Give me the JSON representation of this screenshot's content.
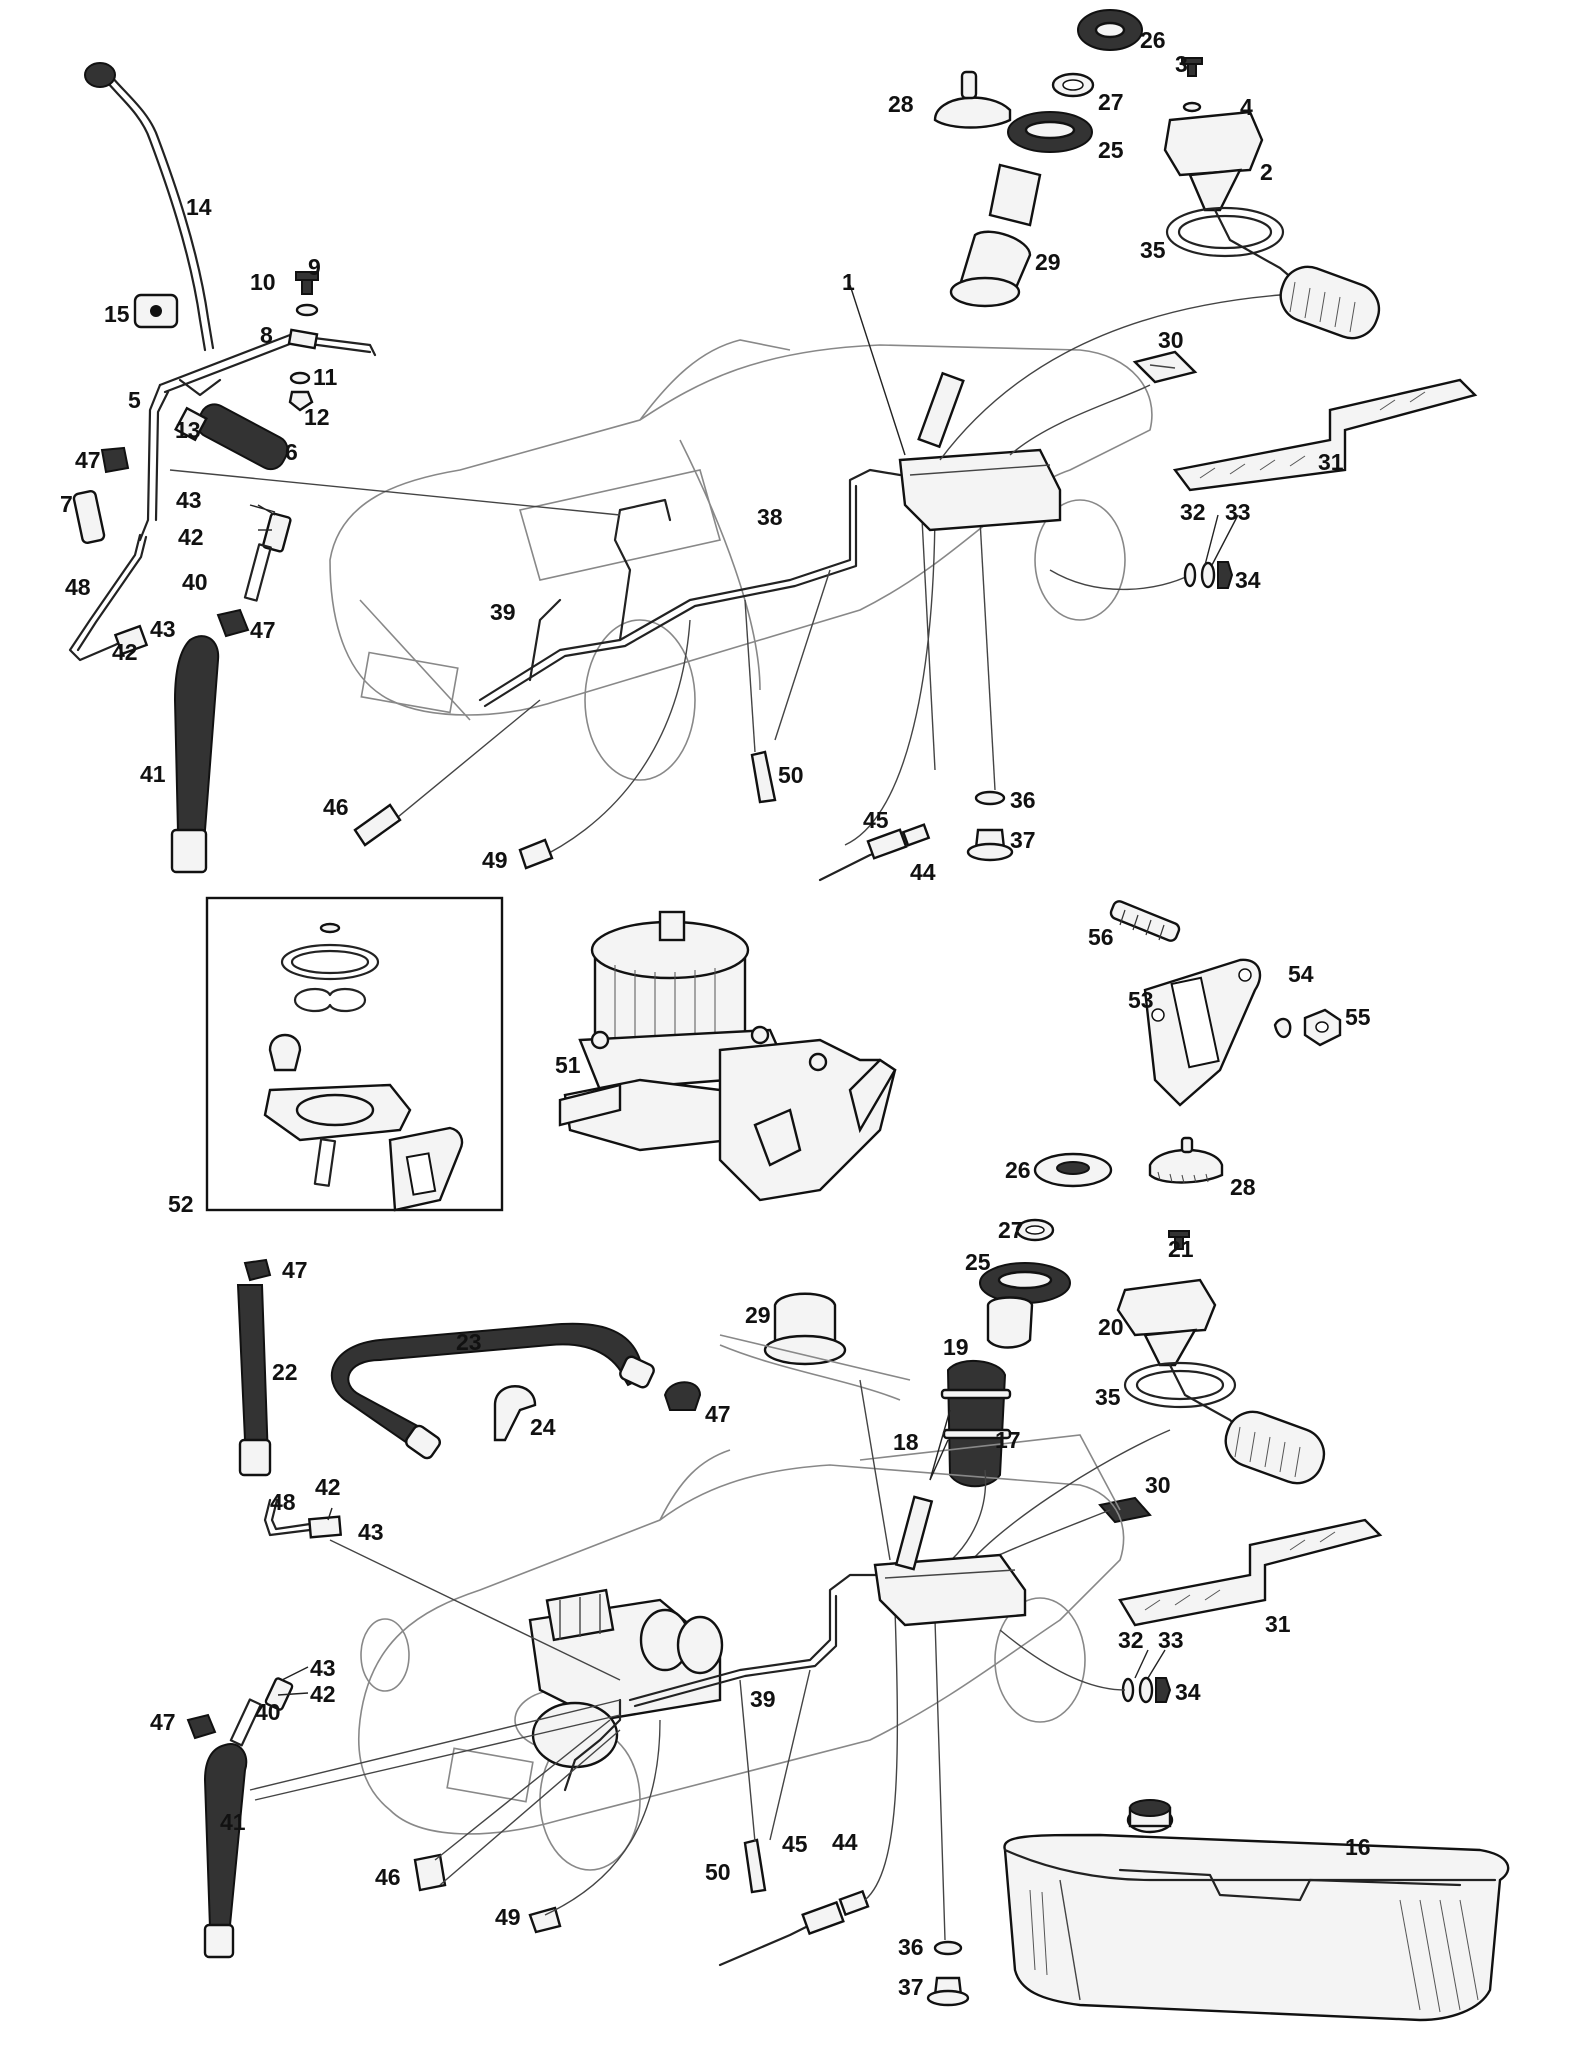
{
  "labels": {
    "1": "1",
    "2": "2",
    "3": "3",
    "4": "4",
    "5": "5",
    "6": "6",
    "7": "7",
    "8": "8",
    "9": "9",
    "10": "10",
    "11": "11",
    "12": "12",
    "13": "13",
    "14": "14",
    "15": "15",
    "16": "16",
    "17": "17",
    "18": "18",
    "19": "19",
    "20": "20",
    "21": "21",
    "22": "22",
    "23": "23",
    "24": "24",
    "25": "25",
    "26": "26",
    "27": "27",
    "28": "28",
    "29": "29",
    "30": "30",
    "31": "31",
    "32": "32",
    "33": "33",
    "34": "34",
    "35": "35",
    "36": "36",
    "37": "37",
    "38": "38",
    "39": "39",
    "40": "40",
    "41": "41",
    "42": "42",
    "43": "43",
    "44": "44",
    "45": "45",
    "46": "46",
    "47": "47",
    "48": "48",
    "49": "49",
    "50": "50",
    "51": "51",
    "52": "52",
    "53": "53",
    "54": "54",
    "55": "55",
    "56": "56"
  }
}
